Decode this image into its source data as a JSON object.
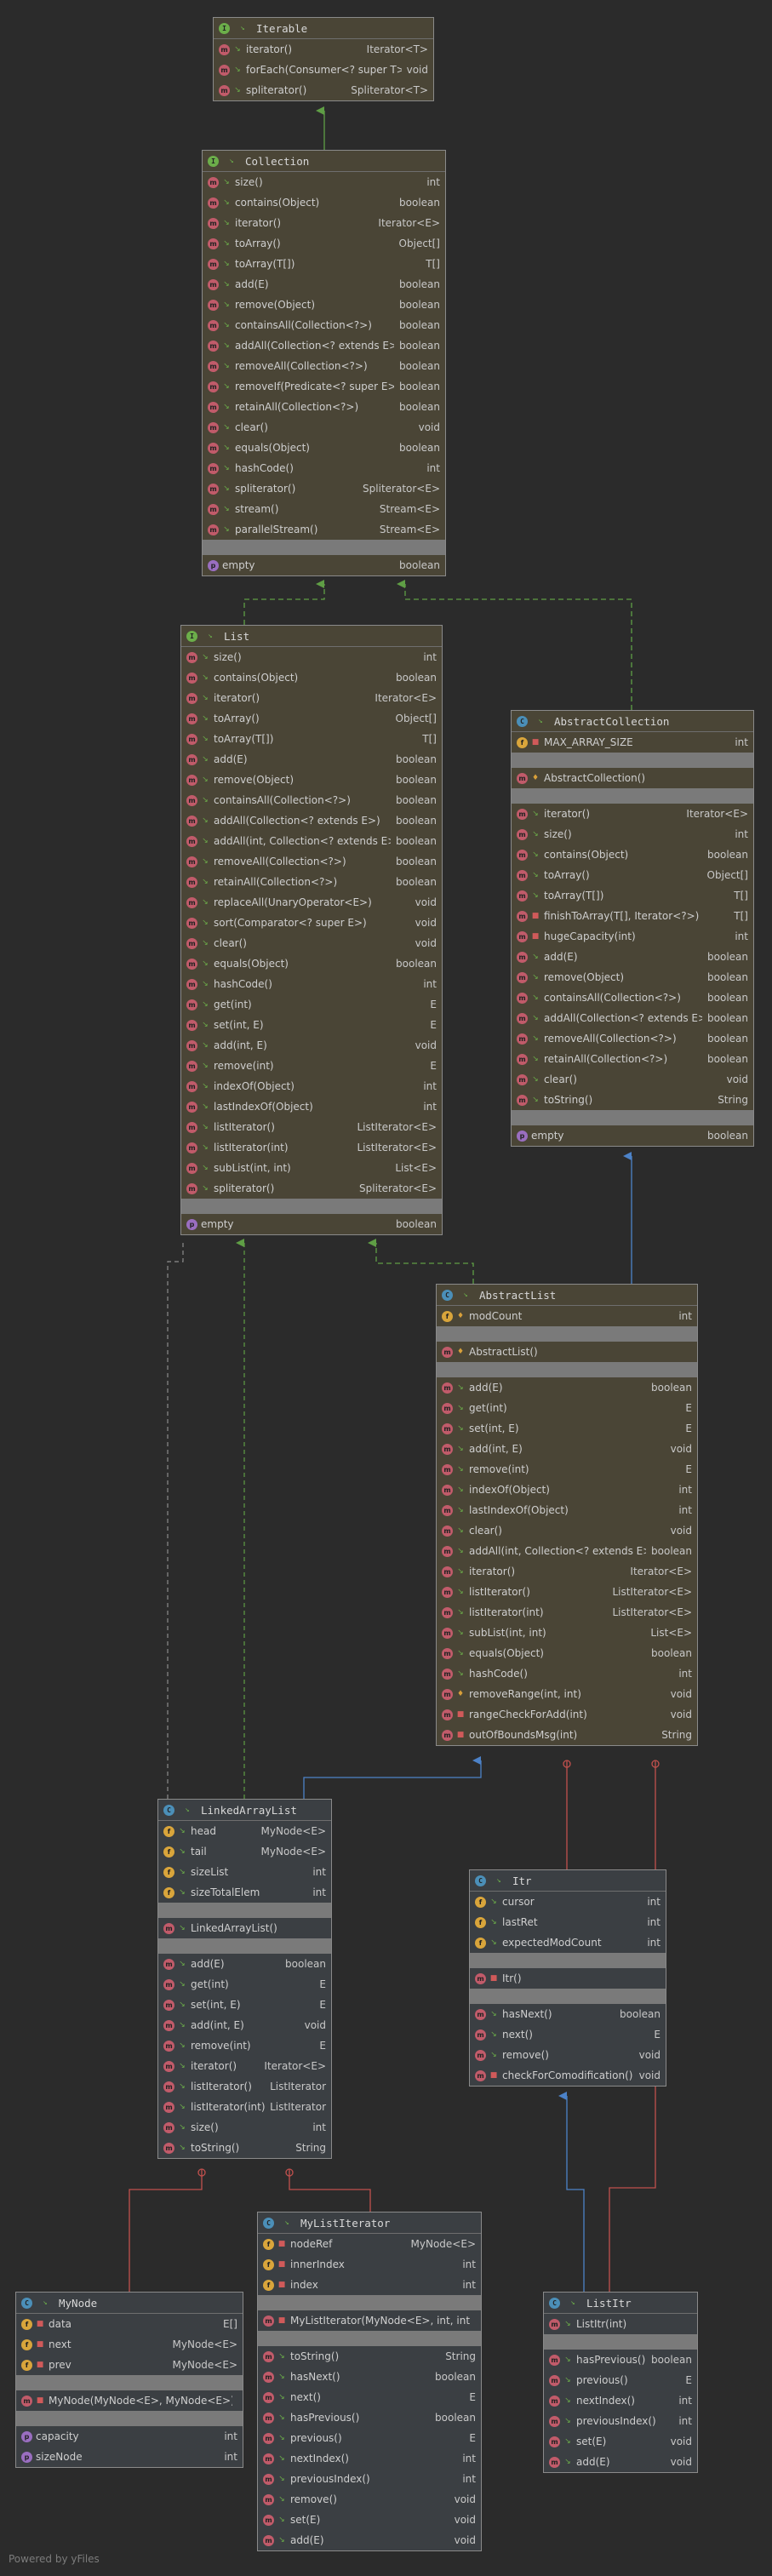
{
  "footer": "Powered by yFiles",
  "classes": {
    "iterable": {
      "name": "Iterable",
      "members": [
        {
          "n": "iterator()",
          "t": "Iterator<T>"
        },
        {
          "n": "forEach(Consumer<? super T>)",
          "t": "void"
        },
        {
          "n": "spliterator()",
          "t": "Spliterator<T>"
        }
      ]
    },
    "collection": {
      "name": "Collection",
      "members": [
        {
          "n": "size()",
          "t": "int"
        },
        {
          "n": "contains(Object)",
          "t": "boolean"
        },
        {
          "n": "iterator()",
          "t": "Iterator<E>"
        },
        {
          "n": "toArray()",
          "t": "Object[]"
        },
        {
          "n": "toArray(T[])",
          "t": "T[]"
        },
        {
          "n": "add(E)",
          "t": "boolean"
        },
        {
          "n": "remove(Object)",
          "t": "boolean"
        },
        {
          "n": "containsAll(Collection<?>)",
          "t": "boolean"
        },
        {
          "n": "addAll(Collection<? extends E>)",
          "t": "boolean"
        },
        {
          "n": "removeAll(Collection<?>)",
          "t": "boolean"
        },
        {
          "n": "removeIf(Predicate<? super E>)",
          "t": "boolean"
        },
        {
          "n": "retainAll(Collection<?>)",
          "t": "boolean"
        },
        {
          "n": "clear()",
          "t": "void"
        },
        {
          "n": "equals(Object)",
          "t": "boolean"
        },
        {
          "n": "hashCode()",
          "t": "int"
        },
        {
          "n": "spliterator()",
          "t": "Spliterator<E>"
        },
        {
          "n": "stream()",
          "t": "Stream<E>"
        },
        {
          "n": "parallelStream()",
          "t": "Stream<E>"
        }
      ],
      "props": [
        {
          "n": "empty",
          "t": "boolean"
        }
      ]
    },
    "list": {
      "name": "List",
      "members": [
        {
          "n": "size()",
          "t": "int"
        },
        {
          "n": "contains(Object)",
          "t": "boolean"
        },
        {
          "n": "iterator()",
          "t": "Iterator<E>"
        },
        {
          "n": "toArray()",
          "t": "Object[]"
        },
        {
          "n": "toArray(T[])",
          "t": "T[]"
        },
        {
          "n": "add(E)",
          "t": "boolean"
        },
        {
          "n": "remove(Object)",
          "t": "boolean"
        },
        {
          "n": "containsAll(Collection<?>)",
          "t": "boolean"
        },
        {
          "n": "addAll(Collection<? extends E>)",
          "t": "boolean"
        },
        {
          "n": "addAll(int, Collection<? extends E>)",
          "t": "boolean"
        },
        {
          "n": "removeAll(Collection<?>)",
          "t": "boolean"
        },
        {
          "n": "retainAll(Collection<?>)",
          "t": "boolean"
        },
        {
          "n": "replaceAll(UnaryOperator<E>)",
          "t": "void"
        },
        {
          "n": "sort(Comparator<? super E>)",
          "t": "void"
        },
        {
          "n": "clear()",
          "t": "void"
        },
        {
          "n": "equals(Object)",
          "t": "boolean"
        },
        {
          "n": "hashCode()",
          "t": "int"
        },
        {
          "n": "get(int)",
          "t": "E"
        },
        {
          "n": "set(int, E)",
          "t": "E"
        },
        {
          "n": "add(int, E)",
          "t": "void"
        },
        {
          "n": "remove(int)",
          "t": "E"
        },
        {
          "n": "indexOf(Object)",
          "t": "int"
        },
        {
          "n": "lastIndexOf(Object)",
          "t": "int"
        },
        {
          "n": "listIterator()",
          "t": "ListIterator<E>"
        },
        {
          "n": "listIterator(int)",
          "t": "ListIterator<E>"
        },
        {
          "n": "subList(int, int)",
          "t": "List<E>"
        },
        {
          "n": "spliterator()",
          "t": "Spliterator<E>"
        }
      ],
      "props": [
        {
          "n": "empty",
          "t": "boolean"
        }
      ]
    },
    "abstractCollection": {
      "name": "AbstractCollection",
      "fields": [
        {
          "n": "MAX_ARRAY_SIZE",
          "t": "int"
        }
      ],
      "ctors": [
        {
          "n": "AbstractCollection()",
          "t": ""
        }
      ],
      "members": [
        {
          "n": "iterator()",
          "t": "Iterator<E>"
        },
        {
          "n": "size()",
          "t": "int"
        },
        {
          "n": "contains(Object)",
          "t": "boolean"
        },
        {
          "n": "toArray()",
          "t": "Object[]"
        },
        {
          "n": "toArray(T[])",
          "t": "T[]"
        },
        {
          "n": "finishToArray(T[], Iterator<?>)",
          "t": "T[]"
        },
        {
          "n": "hugeCapacity(int)",
          "t": "int"
        },
        {
          "n": "add(E)",
          "t": "boolean"
        },
        {
          "n": "remove(Object)",
          "t": "boolean"
        },
        {
          "n": "containsAll(Collection<?>)",
          "t": "boolean"
        },
        {
          "n": "addAll(Collection<? extends E>)",
          "t": "boolean"
        },
        {
          "n": "removeAll(Collection<?>)",
          "t": "boolean"
        },
        {
          "n": "retainAll(Collection<?>)",
          "t": "boolean"
        },
        {
          "n": "clear()",
          "t": "void"
        },
        {
          "n": "toString()",
          "t": "String"
        }
      ],
      "props": [
        {
          "n": "empty",
          "t": "boolean"
        }
      ]
    },
    "abstractList": {
      "name": "AbstractList",
      "fields": [
        {
          "n": "modCount",
          "t": "int"
        }
      ],
      "ctors": [
        {
          "n": "AbstractList()",
          "t": ""
        }
      ],
      "members": [
        {
          "n": "add(E)",
          "t": "boolean"
        },
        {
          "n": "get(int)",
          "t": "E"
        },
        {
          "n": "set(int, E)",
          "t": "E"
        },
        {
          "n": "add(int, E)",
          "t": "void"
        },
        {
          "n": "remove(int)",
          "t": "E"
        },
        {
          "n": "indexOf(Object)",
          "t": "int"
        },
        {
          "n": "lastIndexOf(Object)",
          "t": "int"
        },
        {
          "n": "clear()",
          "t": "void"
        },
        {
          "n": "addAll(int, Collection<? extends E>)",
          "t": "boolean"
        },
        {
          "n": "iterator()",
          "t": "Iterator<E>"
        },
        {
          "n": "listIterator()",
          "t": "ListIterator<E>"
        },
        {
          "n": "listIterator(int)",
          "t": "ListIterator<E>"
        },
        {
          "n": "subList(int, int)",
          "t": "List<E>"
        },
        {
          "n": "equals(Object)",
          "t": "boolean"
        },
        {
          "n": "hashCode()",
          "t": "int"
        },
        {
          "n": "removeRange(int, int)",
          "t": "void"
        },
        {
          "n": "rangeCheckForAdd(int)",
          "t": "void"
        },
        {
          "n": "outOfBoundsMsg(int)",
          "t": "String"
        }
      ]
    },
    "linkedArrayList": {
      "name": "LinkedArrayList",
      "fields": [
        {
          "n": "head",
          "t": "MyNode<E>"
        },
        {
          "n": "tail",
          "t": "MyNode<E>"
        },
        {
          "n": "sizeList",
          "t": "int"
        },
        {
          "n": "sizeTotalElem",
          "t": "int"
        }
      ],
      "ctors": [
        {
          "n": "LinkedArrayList()",
          "t": ""
        }
      ],
      "members": [
        {
          "n": "add(E)",
          "t": "boolean"
        },
        {
          "n": "get(int)",
          "t": "E"
        },
        {
          "n": "set(int, E)",
          "t": "E"
        },
        {
          "n": "add(int, E)",
          "t": "void"
        },
        {
          "n": "remove(int)",
          "t": "E"
        },
        {
          "n": "iterator()",
          "t": "Iterator<E>"
        },
        {
          "n": "listIterator()",
          "t": "ListIterator"
        },
        {
          "n": "listIterator(int)",
          "t": "ListIterator"
        },
        {
          "n": "size()",
          "t": "int"
        },
        {
          "n": "toString()",
          "t": "String"
        }
      ]
    },
    "itr": {
      "name": "Itr",
      "fields": [
        {
          "n": "cursor",
          "t": "int"
        },
        {
          "n": "lastRet",
          "t": "int"
        },
        {
          "n": "expectedModCount",
          "t": "int"
        }
      ],
      "ctors": [
        {
          "n": "Itr()",
          "t": ""
        }
      ],
      "members": [
        {
          "n": "hasNext()",
          "t": "boolean"
        },
        {
          "n": "next()",
          "t": "E"
        },
        {
          "n": "remove()",
          "t": "void"
        },
        {
          "n": "checkForComodification()",
          "t": "void"
        }
      ]
    },
    "myNode": {
      "name": "MyNode",
      "fields": [
        {
          "n": "data",
          "t": "E[]"
        },
        {
          "n": "next",
          "t": "MyNode<E>"
        },
        {
          "n": "prev",
          "t": "MyNode<E>"
        }
      ],
      "ctors": [
        {
          "n": "MyNode(MyNode<E>, MyNode<E>)",
          "t": ""
        }
      ],
      "props": [
        {
          "n": "capacity",
          "t": "int"
        },
        {
          "n": "sizeNode",
          "t": "int"
        }
      ]
    },
    "myListIterator": {
      "name": "MyListIterator",
      "fields": [
        {
          "n": "nodeRef",
          "t": "MyNode<E>"
        },
        {
          "n": "innerIndex",
          "t": "int"
        },
        {
          "n": "index",
          "t": "int"
        }
      ],
      "ctors": [
        {
          "n": "MyListIterator(MyNode<E>, int, int)",
          "t": ""
        }
      ],
      "members": [
        {
          "n": "toString()",
          "t": "String"
        },
        {
          "n": "hasNext()",
          "t": "boolean"
        },
        {
          "n": "next()",
          "t": "E"
        },
        {
          "n": "hasPrevious()",
          "t": "boolean"
        },
        {
          "n": "previous()",
          "t": "E"
        },
        {
          "n": "nextIndex()",
          "t": "int"
        },
        {
          "n": "previousIndex()",
          "t": "int"
        },
        {
          "n": "remove()",
          "t": "void"
        },
        {
          "n": "set(E)",
          "t": "void"
        },
        {
          "n": "add(E)",
          "t": "void"
        }
      ]
    },
    "listItr": {
      "name": "ListItr",
      "ctors": [
        {
          "n": "ListItr(int)",
          "t": ""
        }
      ],
      "members": [
        {
          "n": "hasPrevious()",
          "t": "boolean"
        },
        {
          "n": "previous()",
          "t": "E"
        },
        {
          "n": "nextIndex()",
          "t": "int"
        },
        {
          "n": "previousIndex()",
          "t": "int"
        },
        {
          "n": "set(E)",
          "t": "void"
        },
        {
          "n": "add(E)",
          "t": "void"
        }
      ]
    }
  }
}
